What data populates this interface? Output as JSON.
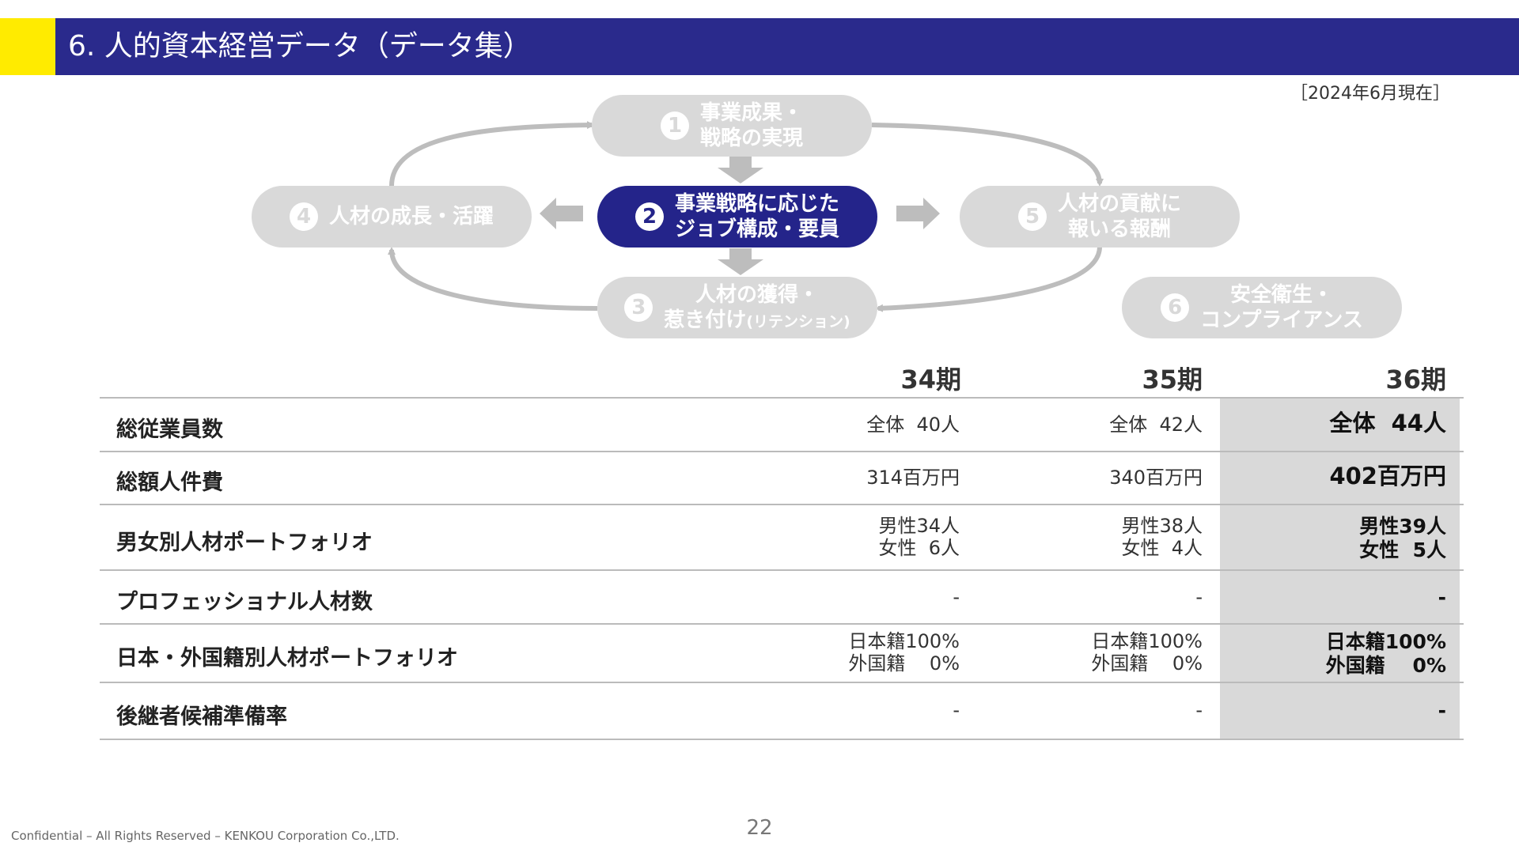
{
  "header": {
    "title": "6. 人的資本経営データ（データ集）",
    "date_note": "［2024年6月現在］"
  },
  "cycle": {
    "items": [
      {
        "num": "1",
        "line1": "事業成果・",
        "line2": "戦略の実現"
      },
      {
        "num": "2",
        "line1": "事業戦略に応じた",
        "line2": "ジョブ構成・要員"
      },
      {
        "num": "3",
        "line1": "人材の獲得・",
        "line2": "惹き付け",
        "line2_small": "(リテンション)"
      },
      {
        "num": "4",
        "line1": "人材の成長・活躍"
      },
      {
        "num": "5",
        "line1": "人材の貢献に",
        "line2": "報いる報酬"
      },
      {
        "num": "6",
        "line1": "安全衛生・",
        "line2": "コンプライアンス"
      }
    ]
  },
  "table": {
    "columns": [
      "34期",
      "35期",
      "36期"
    ],
    "rows": [
      {
        "label": "総従業員数",
        "values": [
          "全体  40人",
          "全体  42人",
          "全体  44人"
        ]
      },
      {
        "label": "総額人件費",
        "values": [
          "314百万円",
          "340百万円",
          "402百万円"
        ]
      },
      {
        "label": "男女別人材ポートフォリオ",
        "values": [
          "男性34人\n女性  6人",
          "男性38人\n女性  4人",
          "男性39人\n女性  5人"
        ]
      },
      {
        "label": "プロフェッショナル人材数",
        "values": [
          "-",
          "-",
          "-"
        ]
      },
      {
        "label": "日本・外国籍別人材ポートフォリオ",
        "values": [
          "日本籍100%\n外国籍    0%",
          "日本籍100%\n外国籍    0%",
          "日本籍100%\n外国籍    0%"
        ]
      },
      {
        "label": "後継者候補準備率",
        "values": [
          "-",
          "-",
          "-"
        ]
      }
    ]
  },
  "footer": {
    "copyright": "Confidential – All Rights Reserved – KENKOU Corporation Co.,LTD.",
    "page": "22"
  },
  "colors": {
    "header": "#2a2a8c",
    "accent": "#ffeb00",
    "active_pill": "#24248a",
    "inactive_pill": "#d9d9d9"
  }
}
